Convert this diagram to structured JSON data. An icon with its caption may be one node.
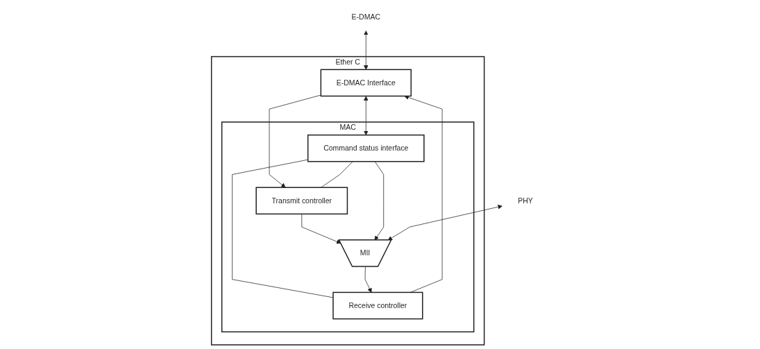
{
  "diagram": {
    "nodes": [
      {
        "text": [
          "E-DMAC"
        ]
      },
      {
        "text": [
          "Ether C"
        ]
      },
      {
        "text": [
          "E-DMAC Interface"
        ],
        "in": 1
      },
      {
        "text": [
          "MAC"
        ],
        "in": 1
      },
      {
        "text": [
          "Receive controller"
        ],
        "in": 3
      },
      {
        "text": [
          "Transmit controller"
        ],
        "in": 3
      },
      {
        "text": [
          "Command status interface"
        ],
        "in": 3
      },
      {
        "text": [
          "MII"
        ],
        "in": 3
      },
      {
        "text": [
          "PHY"
        ]
      }
    ],
    "edges": [
      {
        "from": 0,
        "to": 2,
        "arrow": "both"
      },
      {
        "from": 2,
        "to": 6,
        "arrow": "both"
      },
      {
        "from": 4,
        "to": 2,
        "arrow": "to"
      },
      {
        "from": 2,
        "to": 5,
        "arrow": "to"
      },
      {
        "from": 6,
        "to": 4,
        "arrow": "none"
      },
      {
        "from": 6,
        "to": 5,
        "arrow": "none"
      },
      {
        "from": 7,
        "to": 4,
        "arrow": "to"
      },
      {
        "from": 5,
        "to": 7,
        "arrow": "to"
      },
      {
        "from": 6,
        "to": 7,
        "arrow": "to"
      },
      {
        "from": 8,
        "to": 7,
        "arrow": "both"
      }
    ]
  }
}
